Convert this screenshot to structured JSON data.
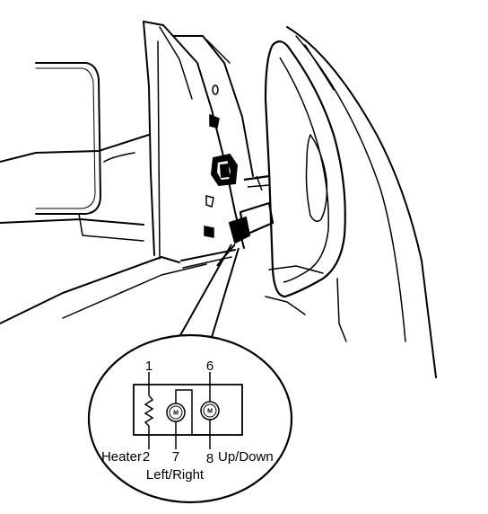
{
  "diagram": {
    "pins": {
      "pin1": "1",
      "pin2": "2",
      "pin6": "6",
      "pin7": "7",
      "pin8": "8"
    },
    "labels": {
      "heater": "Heater",
      "left_right": "Left/Right",
      "up_down": "Up/Down"
    },
    "motor_symbol": "M",
    "colors": {
      "line": "#000000",
      "background": "#ffffff"
    }
  }
}
